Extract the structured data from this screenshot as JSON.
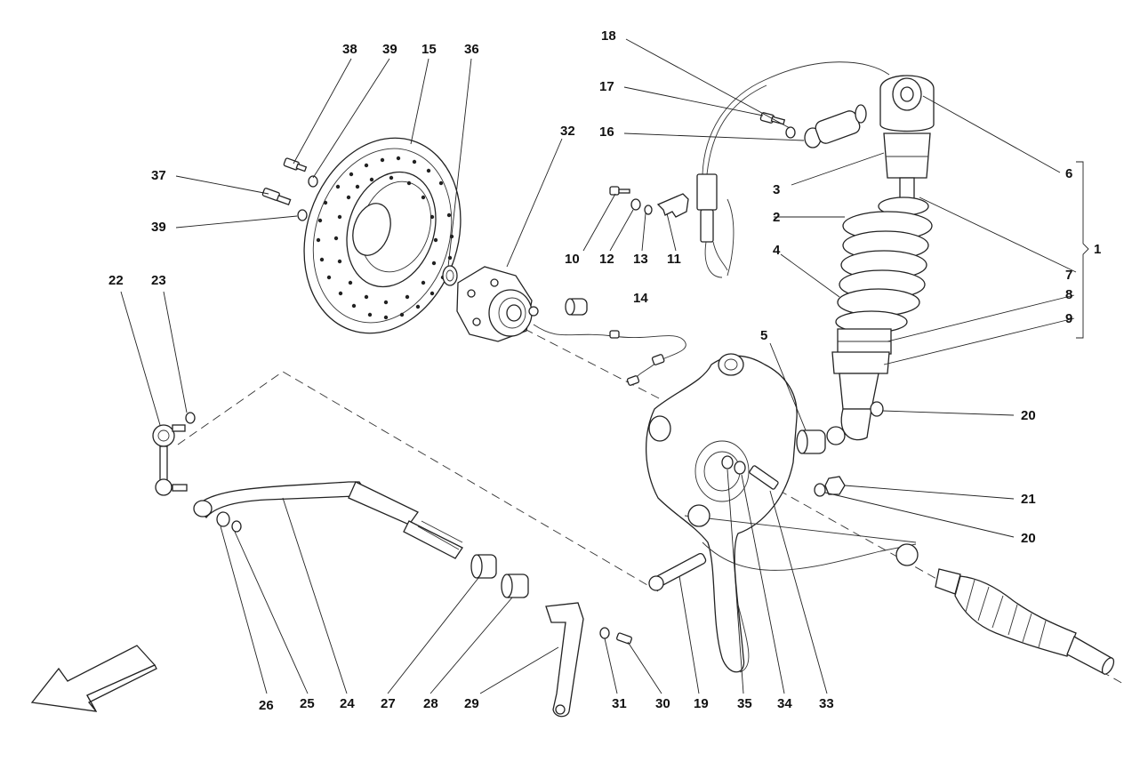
{
  "title": "",
  "labels": {
    "p1": "1",
    "p2": "2",
    "p3": "3",
    "p4": "4",
    "p5": "5",
    "p6": "6",
    "p7": "7",
    "p8": "8",
    "p9": "9",
    "p10": "10",
    "p11": "11",
    "p12": "12",
    "p13": "13",
    "p14": "14",
    "p15": "15",
    "p16": "16",
    "p17": "17",
    "p18": "18",
    "p19": "19",
    "p20a": "20",
    "p20b": "20",
    "p21": "21",
    "p22": "22",
    "p23": "23",
    "p24": "24",
    "p25": "25",
    "p26": "26",
    "p27": "27",
    "p28": "28",
    "p29": "29",
    "p30": "30",
    "p31": "31",
    "p32": "32",
    "p33": "33",
    "p34": "34",
    "p35": "35",
    "p36": "36",
    "p37": "37",
    "p38": "38",
    "p39a": "39",
    "p39b": "39"
  },
  "icons": {
    "direction_arrow": "front-direction-arrow-icon"
  }
}
